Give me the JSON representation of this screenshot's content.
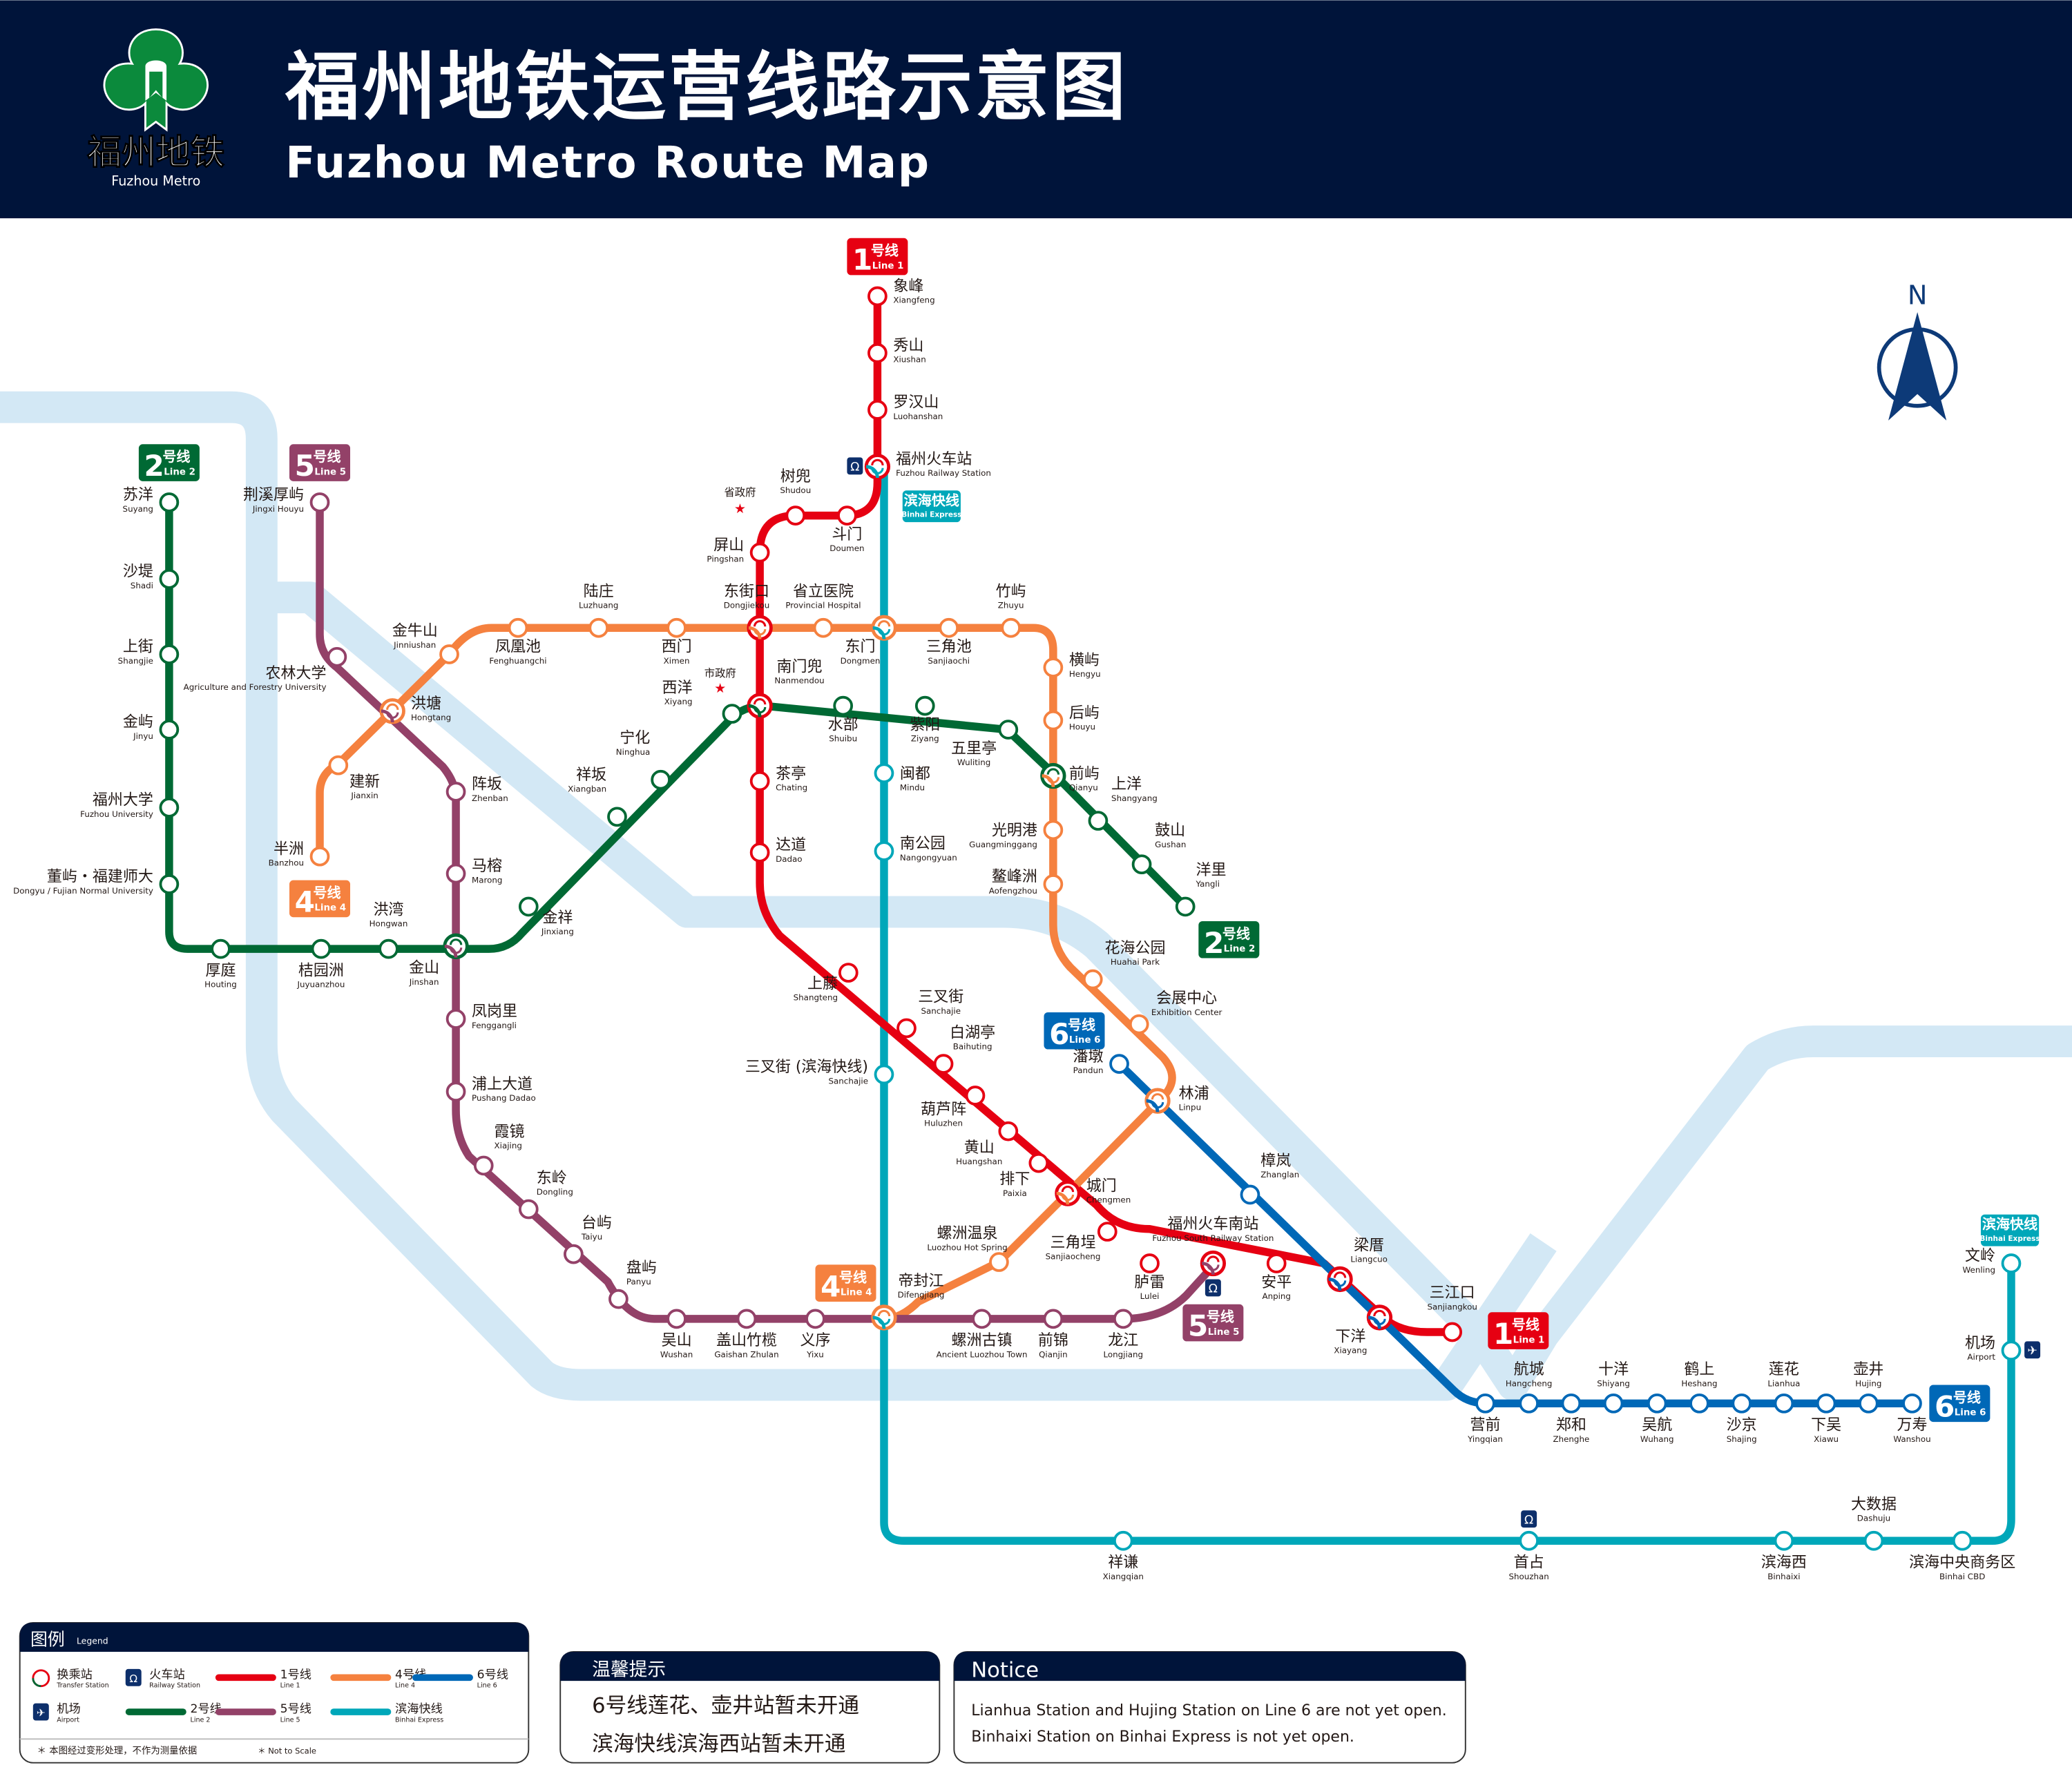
{
  "header": {
    "title_cn": "福州地铁运营线路示意图",
    "title_en": "Fuzhou Metro Route Map",
    "logo_cn": "福州地铁",
    "logo_en": "Fuzhou Metro"
  },
  "compass": {
    "label": "N"
  },
  "colors": {
    "header_bg": "#00143a",
    "river": "#d3e8f5",
    "line1": "#e60012",
    "line2": "#006934",
    "line4": "#f5813f",
    "line5": "#934168",
    "line6": "#0068b7",
    "binhai": "#00a7b9",
    "icon_bg": "#0d2f6b"
  },
  "lines": [
    {
      "id": "line1",
      "badge_num": "1",
      "badge_cn": "号线",
      "badge_en": "Line 1",
      "stations": [
        {
          "cn": "象峰",
          "en": "Xiangfeng"
        },
        {
          "cn": "秀山",
          "en": "Xiushan"
        },
        {
          "cn": "罗汉山",
          "en": "Luohanshan"
        },
        {
          "cn": "福州火车站",
          "en": "Fuzhou Railway Station"
        },
        {
          "cn": "斗门",
          "en": "Doumen"
        },
        {
          "cn": "树兜",
          "en": "Shudou"
        },
        {
          "cn": "屏山",
          "en": "Pingshan"
        },
        {
          "cn": "东街口",
          "en": "Dongjiekou"
        },
        {
          "cn": "南门兜",
          "en": "Nanmendou"
        },
        {
          "cn": "茶亭",
          "en": "Chating"
        },
        {
          "cn": "达道",
          "en": "Dadao"
        },
        {
          "cn": "上藤",
          "en": "Shangteng"
        },
        {
          "cn": "三叉街",
          "en": "Sanchajie"
        },
        {
          "cn": "白湖亭",
          "en": "Baihuting"
        },
        {
          "cn": "葫芦阵",
          "en": "Huluzhen"
        },
        {
          "cn": "黄山",
          "en": "Huangshan"
        },
        {
          "cn": "排下",
          "en": "Paixia"
        },
        {
          "cn": "城门",
          "en": "Chengmen"
        },
        {
          "cn": "三角埕",
          "en": "Sanjiaocheng"
        },
        {
          "cn": "胪雷",
          "en": "Lulei"
        },
        {
          "cn": "福州火车南站",
          "en": "Fuzhou South Railway Station"
        },
        {
          "cn": "安平",
          "en": "Anping"
        },
        {
          "cn": "梁厝",
          "en": "Liangcuo"
        },
        {
          "cn": "下洋",
          "en": "Xiayang"
        },
        {
          "cn": "三江口",
          "en": "Sanjiangkou"
        }
      ]
    },
    {
      "id": "line2",
      "badge_num": "2",
      "badge_cn": "号线",
      "badge_en": "Line 2",
      "stations": [
        {
          "cn": "苏洋",
          "en": "Suyang"
        },
        {
          "cn": "沙堤",
          "en": "Shadi"
        },
        {
          "cn": "上街",
          "en": "Shangjie"
        },
        {
          "cn": "金屿",
          "en": "Jinyu"
        },
        {
          "cn": "福州大学",
          "en": "Fuzhou University"
        },
        {
          "cn": "董屿・福建师大",
          "en": "Dongyu / Fujian Normal University"
        },
        {
          "cn": "厚庭",
          "en": "Houting"
        },
        {
          "cn": "桔园洲",
          "en": "Juyuanzhou"
        },
        {
          "cn": "洪湾",
          "en": "Hongwan"
        },
        {
          "cn": "金山",
          "en": "Jinshan"
        },
        {
          "cn": "金祥",
          "en": "Jinxiang"
        },
        {
          "cn": "祥坂",
          "en": "Xiangban"
        },
        {
          "cn": "宁化",
          "en": "Ninghua"
        },
        {
          "cn": "西洋",
          "en": "Xiyang"
        },
        {
          "cn": "南门兜",
          "en": "Nanmendou"
        },
        {
          "cn": "水部",
          "en": "Shuibu"
        },
        {
          "cn": "紫阳",
          "en": "Ziyang"
        },
        {
          "cn": "五里亭",
          "en": "Wuliting"
        },
        {
          "cn": "前屿",
          "en": "Qianyu"
        },
        {
          "cn": "上洋",
          "en": "Shangyang"
        },
        {
          "cn": "鼓山",
          "en": "Gushan"
        },
        {
          "cn": "洋里",
          "en": "Yangli"
        }
      ]
    },
    {
      "id": "line4",
      "badge_num": "4",
      "badge_cn": "号线",
      "badge_en": "Line 4",
      "stations": [
        {
          "cn": "半洲",
          "en": "Banzhou"
        },
        {
          "cn": "建新",
          "en": "Jianxin"
        },
        {
          "cn": "洪塘",
          "en": "Hongtang"
        },
        {
          "cn": "金牛山",
          "en": "Jinniushan"
        },
        {
          "cn": "凤凰池",
          "en": "Fenghuangchi"
        },
        {
          "cn": "陆庄",
          "en": "Luzhuang"
        },
        {
          "cn": "西门",
          "en": "Ximen"
        },
        {
          "cn": "东街口",
          "en": "Dongjiekou"
        },
        {
          "cn": "省立医院",
          "en": "Provincial Hospital"
        },
        {
          "cn": "东门",
          "en": "Dongmen"
        },
        {
          "cn": "三角池",
          "en": "Sanjiaochi"
        },
        {
          "cn": "竹屿",
          "en": "Zhuyu"
        },
        {
          "cn": "横屿",
          "en": "Hengyu"
        },
        {
          "cn": "后屿",
          "en": "Houyu"
        },
        {
          "cn": "前屿",
          "en": "Qianyu"
        },
        {
          "cn": "光明港",
          "en": "Guangminggang"
        },
        {
          "cn": "鳌峰洲",
          "en": "Aofengzhou"
        },
        {
          "cn": "花海公园",
          "en": "Huahai Park"
        },
        {
          "cn": "会展中心",
          "en": "Exhibition Center"
        },
        {
          "cn": "林浦",
          "en": "Linpu"
        },
        {
          "cn": "城门",
          "en": "Chengmen"
        },
        {
          "cn": "螺洲温泉",
          "en": "Luozhou Hot Spring"
        },
        {
          "cn": "帝封江",
          "en": "Difengjiang"
        }
      ]
    },
    {
      "id": "line5",
      "badge_num": "5",
      "badge_cn": "号线",
      "badge_en": "Line 5",
      "stations": [
        {
          "cn": "荆溪厚屿",
          "en": "Jingxi Houyu"
        },
        {
          "cn": "农林大学",
          "en": "Agriculture and Forestry University"
        },
        {
          "cn": "洪塘",
          "en": "Hongtang"
        },
        {
          "cn": "阵坂",
          "en": "Zhenban"
        },
        {
          "cn": "马榕",
          "en": "Marong"
        },
        {
          "cn": "金山",
          "en": "Jinshan"
        },
        {
          "cn": "凤岗里",
          "en": "Fenggangli"
        },
        {
          "cn": "浦上大道",
          "en": "Pushang Dadao"
        },
        {
          "cn": "霞镜",
          "en": "Xiajing"
        },
        {
          "cn": "东岭",
          "en": "Dongling"
        },
        {
          "cn": "台屿",
          "en": "Taiyu"
        },
        {
          "cn": "盘屿",
          "en": "Panyu"
        },
        {
          "cn": "吴山",
          "en": "Wushan"
        },
        {
          "cn": "盖山竹榄",
          "en": "Gaishan Zhulan"
        },
        {
          "cn": "义序",
          "en": "Yixu"
        },
        {
          "cn": "帝封江",
          "en": "Difengjiang"
        },
        {
          "cn": "螺洲古镇",
          "en": "Ancient Luozhou Town"
        },
        {
          "cn": "前锦",
          "en": "Qianjin"
        },
        {
          "cn": "龙江",
          "en": "Longjiang"
        },
        {
          "cn": "福州火车南站",
          "en": "Fuzhou South Railway Station"
        }
      ]
    },
    {
      "id": "line6",
      "badge_num": "6",
      "badge_cn": "号线",
      "badge_en": "Line 6",
      "stations": [
        {
          "cn": "潘墩",
          "en": "Pandun"
        },
        {
          "cn": "林浦",
          "en": "Linpu"
        },
        {
          "cn": "樟岚",
          "en": "Zhanglan"
        },
        {
          "cn": "梁厝",
          "en": "Liangcuo"
        },
        {
          "cn": "下洋",
          "en": "Xiayang"
        },
        {
          "cn": "营前",
          "en": "Yingqian"
        },
        {
          "cn": "航城",
          "en": "Hangcheng"
        },
        {
          "cn": "郑和",
          "en": "Zhenghe"
        },
        {
          "cn": "十洋",
          "en": "Shiyang"
        },
        {
          "cn": "吴航",
          "en": "Wuhang"
        },
        {
          "cn": "鹤上",
          "en": "Heshang"
        },
        {
          "cn": "沙京",
          "en": "Shajing"
        },
        {
          "cn": "莲花",
          "en": "Lianhua"
        },
        {
          "cn": "下吴",
          "en": "Xiawu"
        },
        {
          "cn": "壶井",
          "en": "Hujing"
        },
        {
          "cn": "万寿",
          "en": "Wanshou"
        }
      ]
    },
    {
      "id": "binhai",
      "badge_cn": "滨海快线",
      "badge_en": "Binhai Express",
      "stations": [
        {
          "cn": "福州火车站",
          "en": "Fuzhou Railway Station"
        },
        {
          "cn": "省立医院",
          "en": "Provincial Hospital"
        },
        {
          "cn": "闽都",
          "en": "Mindu"
        },
        {
          "cn": "南公园",
          "en": "Nangongyuan"
        },
        {
          "cn": "三叉街",
          "en": "Sanchajie",
          "note": "(滨海快线)"
        },
        {
          "cn": "帝封江",
          "en": "Difengjiang"
        },
        {
          "cn": "祥谦",
          "en": "Xiangqian"
        },
        {
          "cn": "首占",
          "en": "Shouzhan"
        },
        {
          "cn": "滨海西",
          "en": "Binhaixi"
        },
        {
          "cn": "大数据",
          "en": "Dashuju"
        },
        {
          "cn": "滨海中央商务区",
          "en": "Binhai CBD"
        },
        {
          "cn": "机场",
          "en": "Airport"
        },
        {
          "cn": "文岭",
          "en": "Wenling"
        }
      ]
    }
  ],
  "landmarks": [
    {
      "cn": "省政府"
    },
    {
      "cn": "市政府"
    }
  ],
  "legend": {
    "title_cn": "图例",
    "title_en": "Legend",
    "items": [
      {
        "cn": "换乘站",
        "en": "Transfer Station",
        "icon": "transfer-icon"
      },
      {
        "cn": "火车站",
        "en": "Railway Station",
        "icon": "railway-icon"
      },
      {
        "cn": "1号线",
        "en": "Line 1",
        "color": "#e60012"
      },
      {
        "cn": "4号线",
        "en": "Line 4",
        "color": "#f5813f"
      },
      {
        "cn": "6号线",
        "en": "Line 6",
        "color": "#0068b7"
      },
      {
        "cn": "机场",
        "en": "Airport",
        "icon": "airport-icon"
      },
      {
        "cn": "2号线",
        "en": "Line 2",
        "color": "#006934"
      },
      {
        "cn": "5号线",
        "en": "Line 5",
        "color": "#934168"
      },
      {
        "cn": "滨海快线",
        "en": "Binhai Express",
        "color": "#00a7b9"
      }
    ],
    "footnote_cn": "＊ 本图经过变形处理，不作为测量依据",
    "footnote_en": "＊ Not to Scale"
  },
  "notice_cn": {
    "title": "温馨提示",
    "lines": [
      "6号线莲花、壶井站暂未开通",
      "滨海快线滨海西站暂未开通"
    ]
  },
  "notice_en": {
    "title": "Notice",
    "lines": [
      "Lianhua Station and Hujing Station on Line 6 are not yet open.",
      "Binhaixi Station on Binhai Express is not yet open."
    ]
  }
}
